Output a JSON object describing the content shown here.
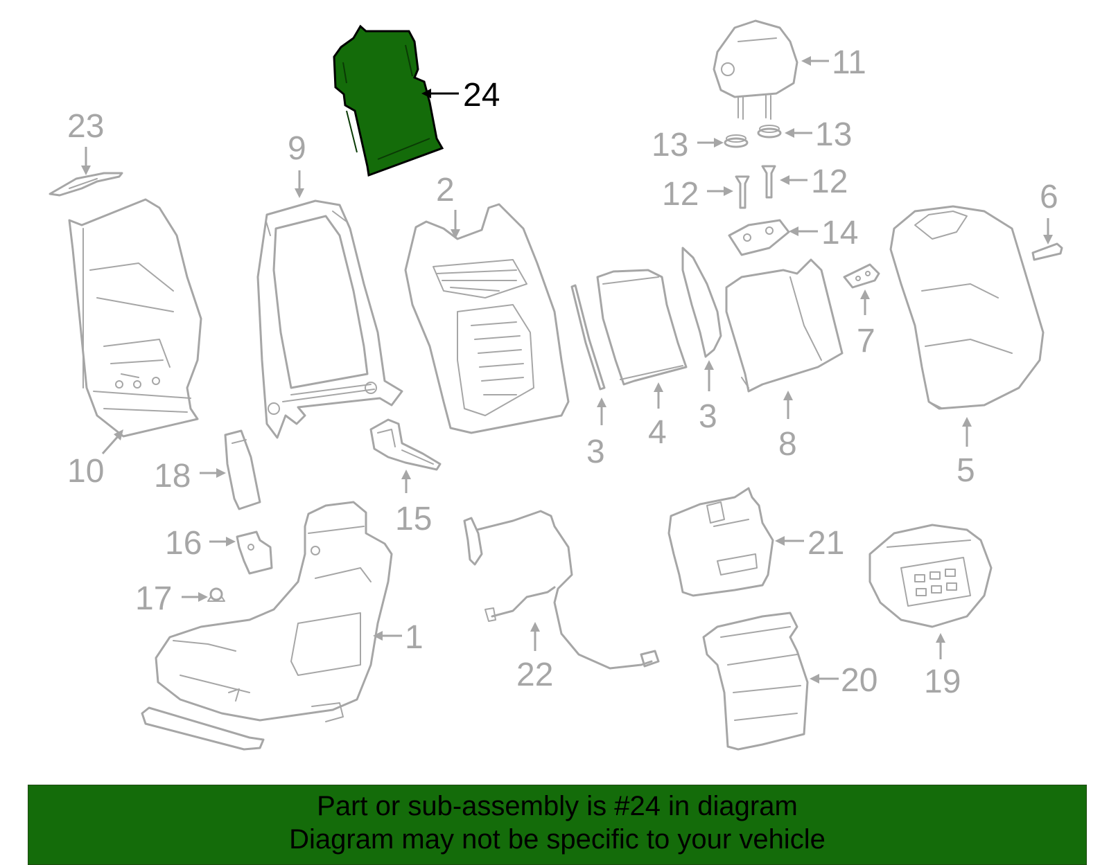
{
  "highlight": {
    "part_number": "24",
    "fill_color": "#146c0a",
    "outline_color": "#000000"
  },
  "callouts": {
    "c1": "1",
    "c2": "2",
    "c3a": "3",
    "c3b": "3",
    "c4": "4",
    "c5": "5",
    "c6": "6",
    "c7": "7",
    "c8": "8",
    "c9": "9",
    "c10": "10",
    "c11": "11",
    "c12a": "12",
    "c12b": "12",
    "c13a": "13",
    "c13b": "13",
    "c14": "14",
    "c15": "15",
    "c16": "16",
    "c17": "17",
    "c18": "18",
    "c19": "19",
    "c20": "20",
    "c21": "21",
    "c22": "22",
    "c23": "23",
    "c24": "24"
  },
  "line_color": "#a6a6a6",
  "banner": {
    "line1": "Part or sub-assembly is #24 in diagram",
    "line2": "Diagram may not be specific to your vehicle",
    "background": "#146c0a"
  }
}
